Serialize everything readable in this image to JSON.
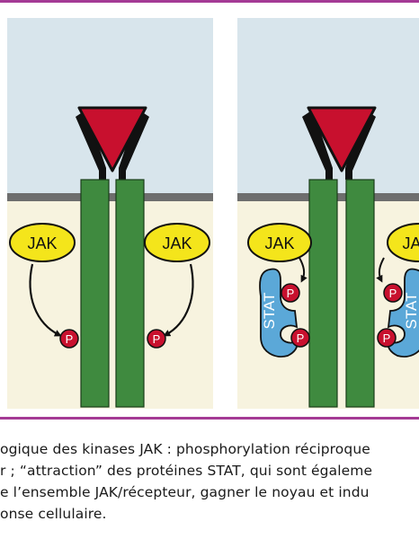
{
  "colors": {
    "frame": "#a43a95",
    "extracellular": "#d8e5ec",
    "cytoplasm": "#f7f3df",
    "membrane": "#6e6e6e",
    "receptor": "#3f8a3f",
    "ligand": "#c8102e",
    "jak": "#f4e51b",
    "stat": "#5ba8d8",
    "phosphate": "#c8102e"
  },
  "icons": {
    "ligand": "ligand-triangle-icon",
    "phosphate": "phosphate-circle-icon",
    "arrow": "curved-arrow-icon"
  },
  "panels": [
    {
      "jak_left": "JAK",
      "jak_right": "JAK",
      "phosphate_left": "P",
      "phosphate_right": "P"
    },
    {
      "jak_left": "JAK",
      "jak_right": "JAK",
      "stat_left": "STAT",
      "stat_right": "STAT",
      "phosphate_receptor_left": "P",
      "phosphate_receptor_right": "P",
      "phosphate_stat_left": "P",
      "phosphate_stat_right": "P"
    }
  ],
  "caption": {
    "line1": "ogique des kinases JAK : phosphorylation réciproque",
    "line2": "r ; “attraction” des protéines STAT, qui sont égaleme",
    "line3": "e l’ensemble JAK/récepteur, gagner le noyau et indu",
    "line4": "onse cellulaire."
  }
}
